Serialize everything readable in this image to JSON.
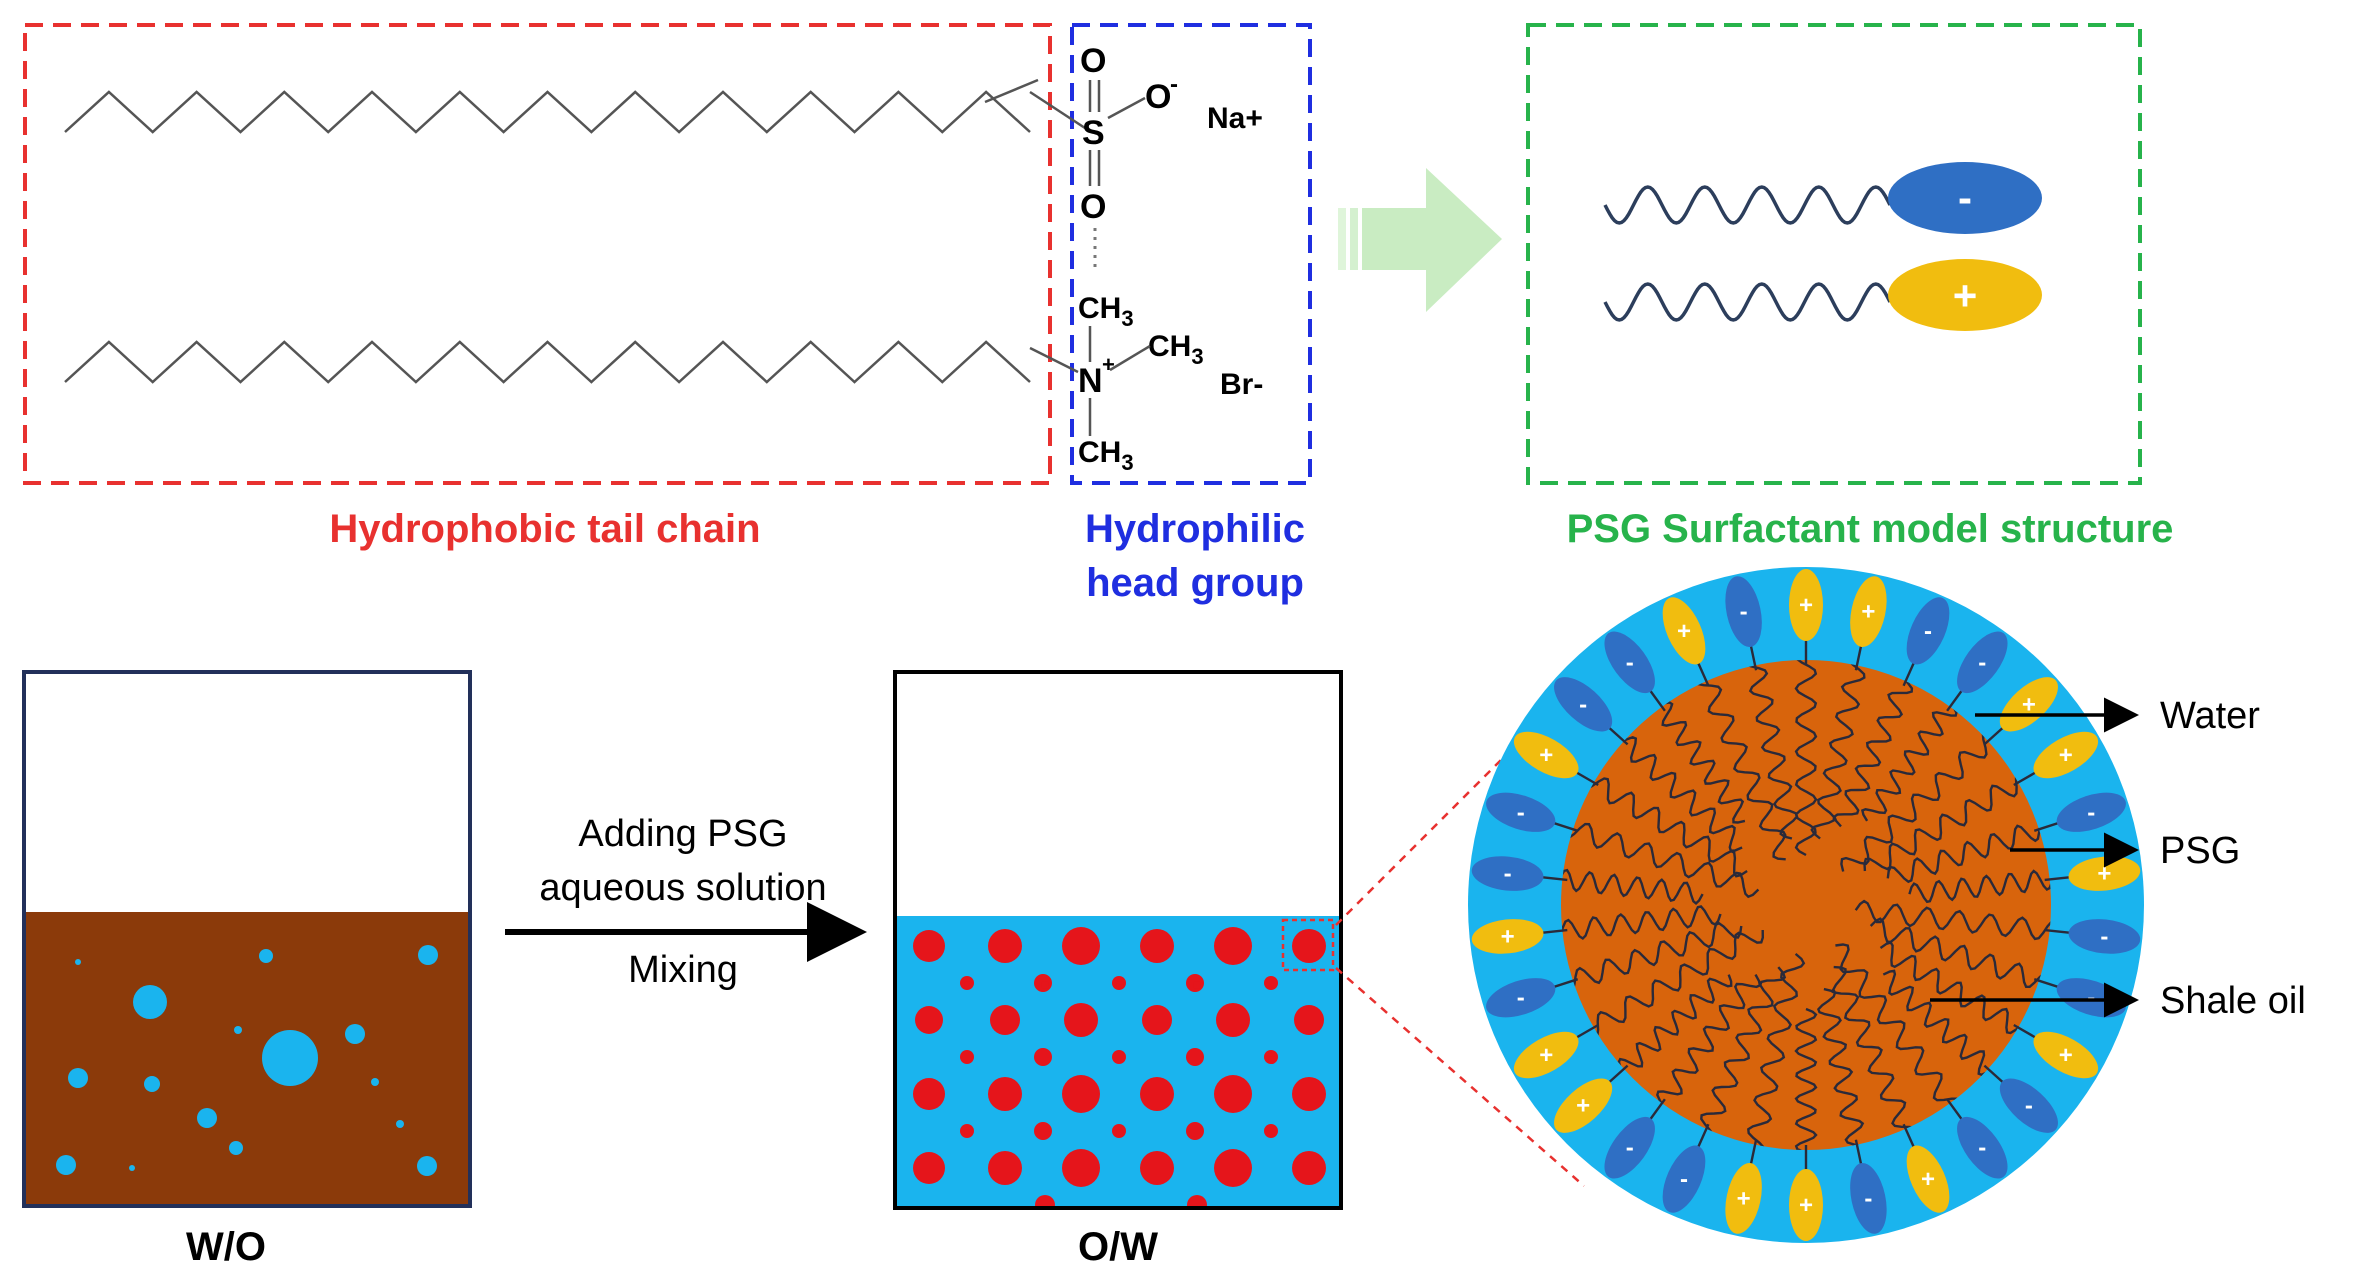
{
  "labels": {
    "tail_chain": "Hydrophobic tail chain",
    "head_group_line1": "Hydrophilic",
    "head_group_line2": "head group",
    "model_structure": "PSG Surfactant model structure",
    "wo": "W/O",
    "ow": "O/W",
    "step_line1": "Adding PSG",
    "step_line2": "aqueous solution",
    "step_line3": "Mixing",
    "water": "Water",
    "psg": "PSG",
    "shale_oil": "Shale oil"
  },
  "chemistry": {
    "o_top": "O",
    "o_minus": "O",
    "minus_sup": "-",
    "s": "S",
    "o_bottom": "O",
    "na": "Na+",
    "ch3_top": "CH",
    "ch3_right": "CH",
    "ch3_bottom": "CH",
    "sub3": "3",
    "n": "N",
    "plus_sup": "+",
    "br": "Br-"
  },
  "model": {
    "anion_sign": "-",
    "cation_sign": "+"
  },
  "colors": {
    "tail_box": "#e8312f",
    "head_box": "#1f2ee0",
    "model_box": "#27b34b",
    "tail_text": "#e8312f",
    "head_text": "#1f2ee0",
    "model_text": "#27b34b",
    "oil_brown": "#8b3a0a",
    "water_cyan": "#1ab4ee",
    "oil_droplet_red": "#e5151b",
    "core_orange": "#d8640c",
    "anion_blue": "#2f6fc4",
    "cation_yellow": "#f1bd0f",
    "arrow_green": "#c9ecc2"
  }
}
